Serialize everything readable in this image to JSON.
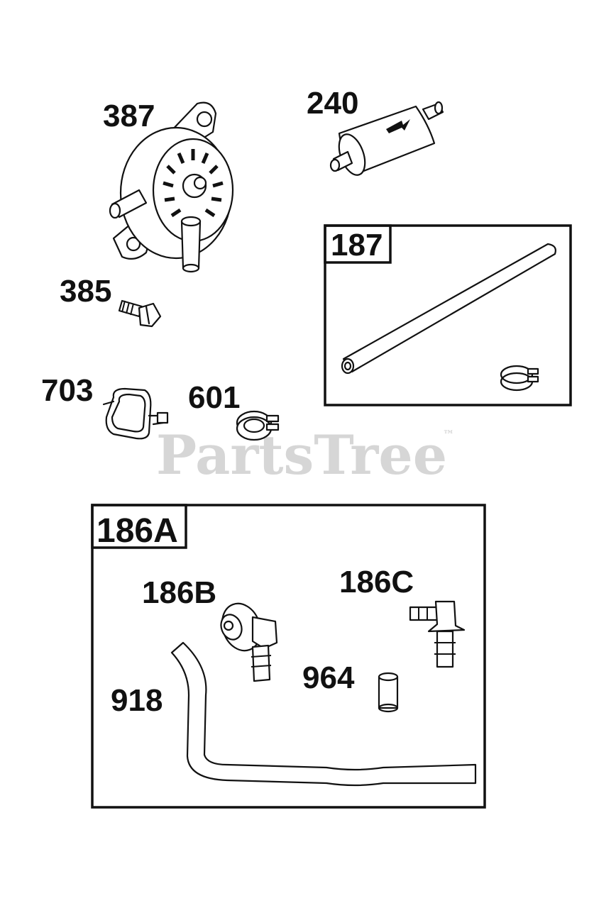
{
  "watermark": {
    "text": "PartsTree",
    "trademark": "™",
    "color": "#d6d6d6"
  },
  "parts": {
    "fuel_pump": {
      "number": "387",
      "icon": "fuel-pump-icon"
    },
    "fuel_filter": {
      "number": "240",
      "icon": "fuel-filter-icon"
    },
    "screw": {
      "number": "385",
      "icon": "screw-icon"
    },
    "clamp_703": {
      "number": "703",
      "icon": "spring-clamp-icon"
    },
    "clamp_601": {
      "number": "601",
      "icon": "hose-clamp-icon"
    },
    "fuel_line": {
      "number": "187",
      "icon": "fuel-line-icon"
    },
    "fitting_kit": {
      "number": "186A",
      "icon": "fitting-kit-icon"
    },
    "fitting_186b": {
      "number": "186B",
      "icon": "elbow-fitting-icon"
    },
    "fitting_186c": {
      "number": "186C",
      "icon": "tee-fitting-icon"
    },
    "hose_918": {
      "number": "918",
      "icon": "bent-hose-icon"
    },
    "sleeve_964": {
      "number": "964",
      "icon": "sleeve-icon"
    }
  },
  "colors": {
    "ink": "#111111",
    "background": "#ffffff"
  }
}
